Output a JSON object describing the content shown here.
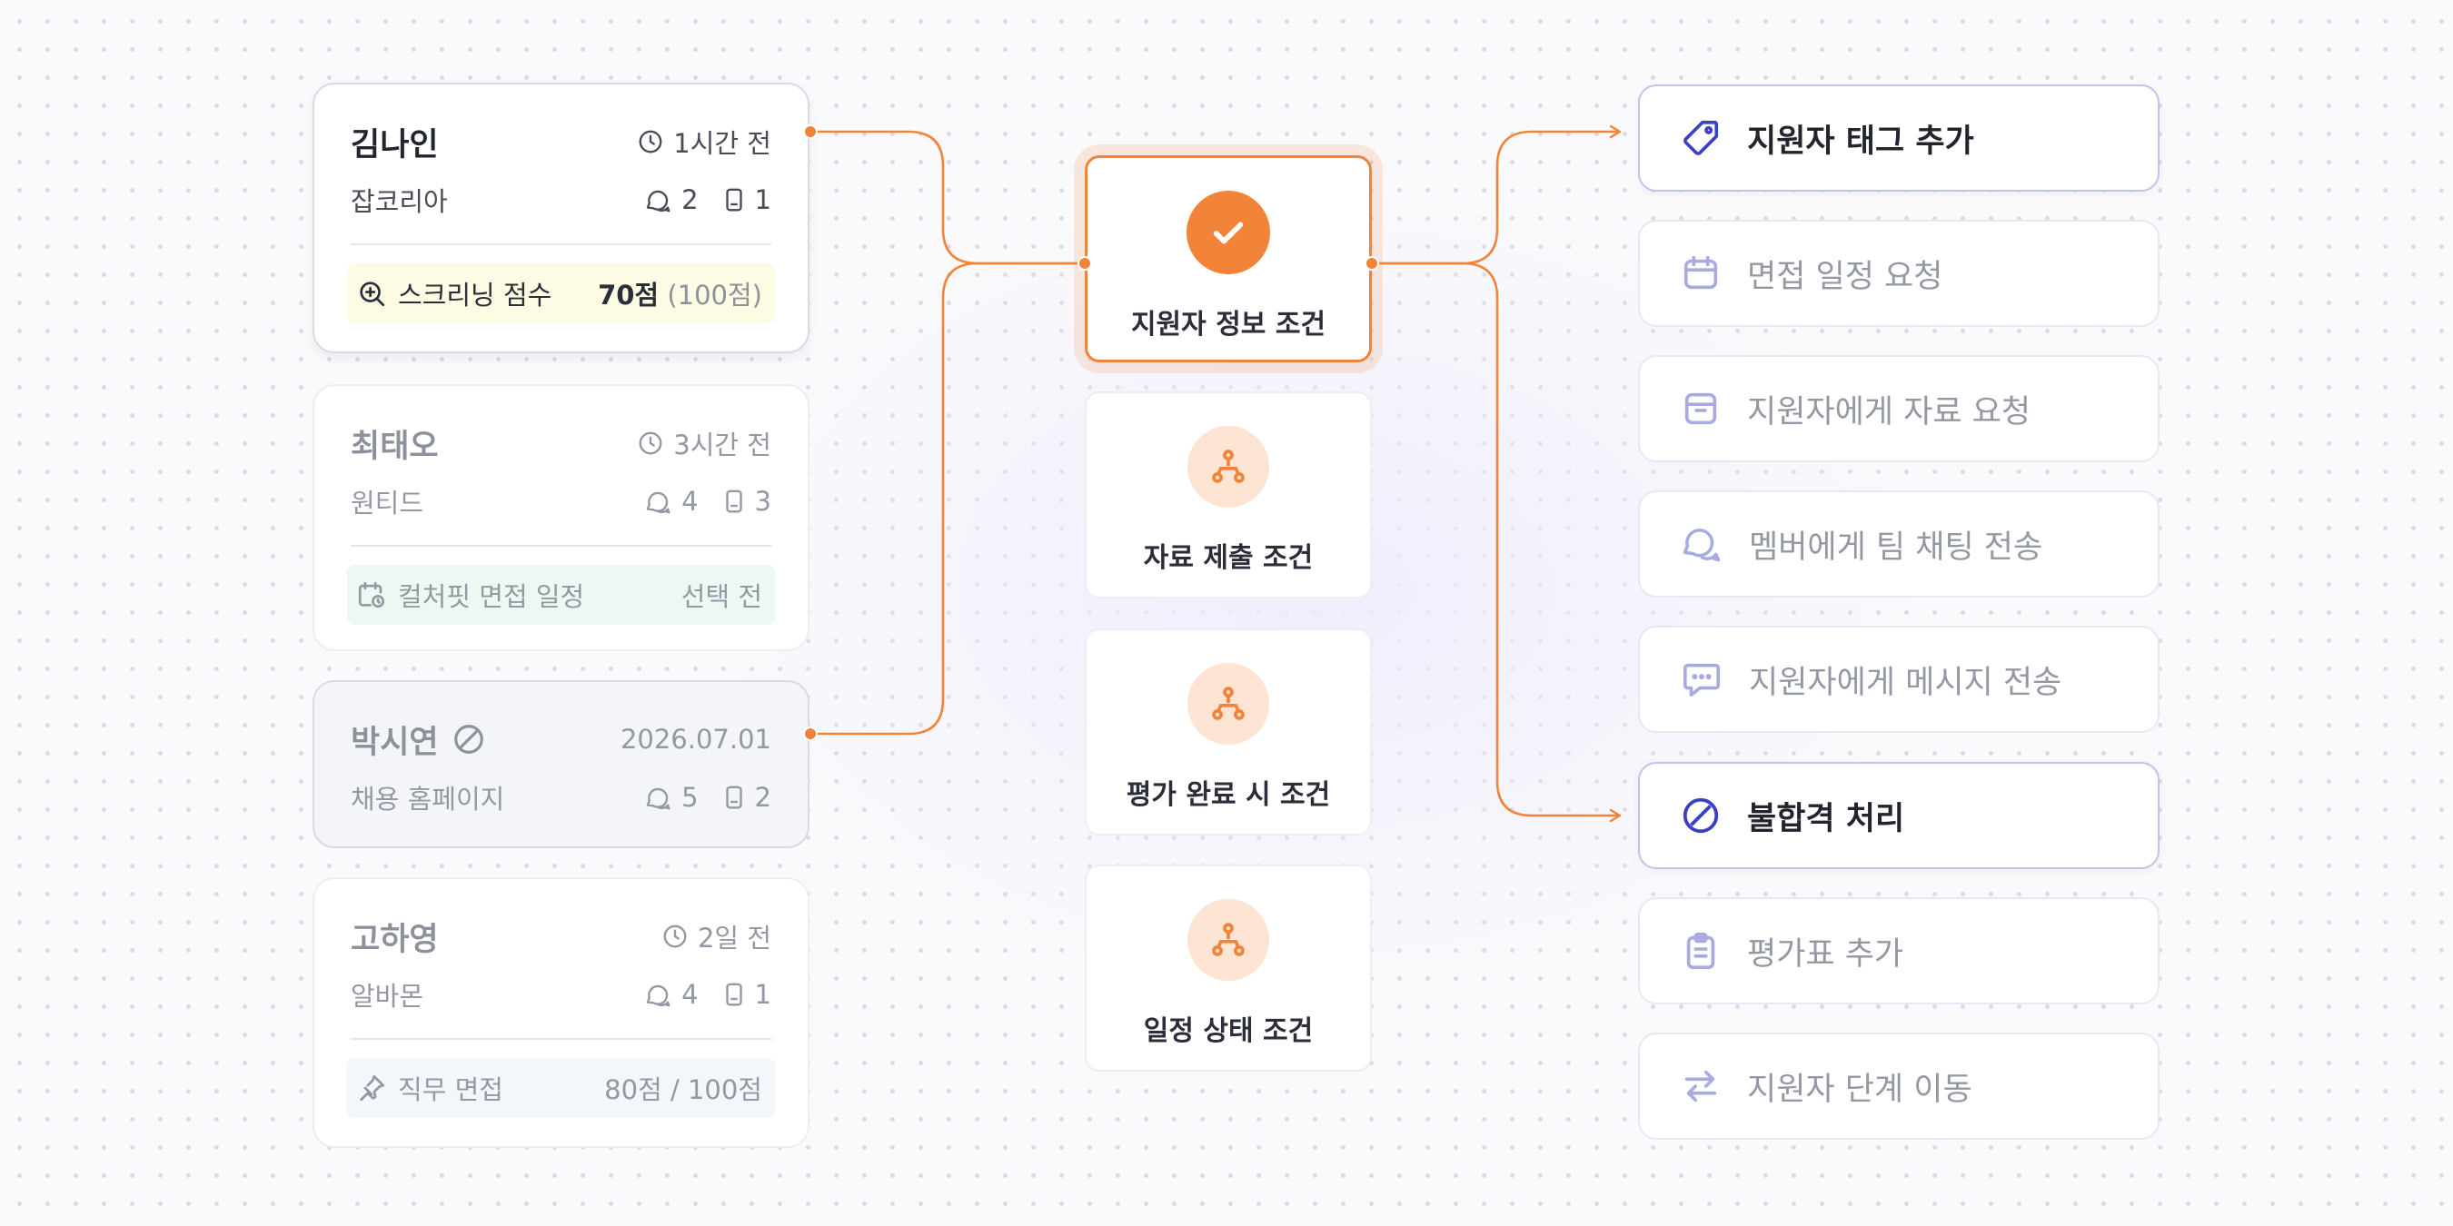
{
  "candidates": [
    {
      "name": "김나인",
      "meta": "1시간 전",
      "source": "잡코리아",
      "comments": "2",
      "files": "1",
      "extra_label": "스크리닝 점수",
      "extra_value": "70점",
      "extra_sub": "(100점)",
      "extra_bg": "#fdfbe3"
    },
    {
      "name": "최태오",
      "meta": "3시간 전",
      "source": "원티드",
      "comments": "4",
      "files": "3",
      "extra_label": "컬처핏 면접 일정",
      "extra_value": "선택 전",
      "extra_bg": "#eef8f3"
    },
    {
      "name": "박시연",
      "meta": "2026.07.01",
      "source": "채용 홈페이지",
      "comments": "5",
      "files": "2"
    },
    {
      "name": "고하영",
      "meta": "2일 전",
      "source": "알바몬",
      "comments": "4",
      "files": "1",
      "extra_label": "직무 면접",
      "extra_value": "80점 / 100점",
      "extra_bg": "#f3f6fa"
    }
  ],
  "conditions": [
    {
      "label": "지원자 정보 조건",
      "icon": "check-icon"
    },
    {
      "label": "자료 제출 조건",
      "icon": "branch-icon"
    },
    {
      "label": "평가 완료 시 조건",
      "icon": "branch-icon"
    },
    {
      "label": "일정 상태 조건",
      "icon": "branch-icon"
    }
  ],
  "actions": [
    {
      "label": "지원자 태그 추가",
      "icon": "tag-icon"
    },
    {
      "label": "면접 일정 요청",
      "icon": "calendar-icon"
    },
    {
      "label": "지원자에게 자료 요청",
      "icon": "archive-icon"
    },
    {
      "label": "멤버에게 팀 채팅 전송",
      "icon": "chat-bubbles-icon"
    },
    {
      "label": "지원자에게 메시지 전송",
      "icon": "message-icon"
    },
    {
      "label": "불합격 처리",
      "icon": "ban-icon"
    },
    {
      "label": "평가표 추가",
      "icon": "clipboard-icon"
    },
    {
      "label": "지원자 단계 이동",
      "icon": "transfer-arrows-icon"
    }
  ],
  "colors": {
    "accent": "#f2843a",
    "action_icon": "#3b3fc4",
    "action_icon_muted": "#a8abdf"
  }
}
